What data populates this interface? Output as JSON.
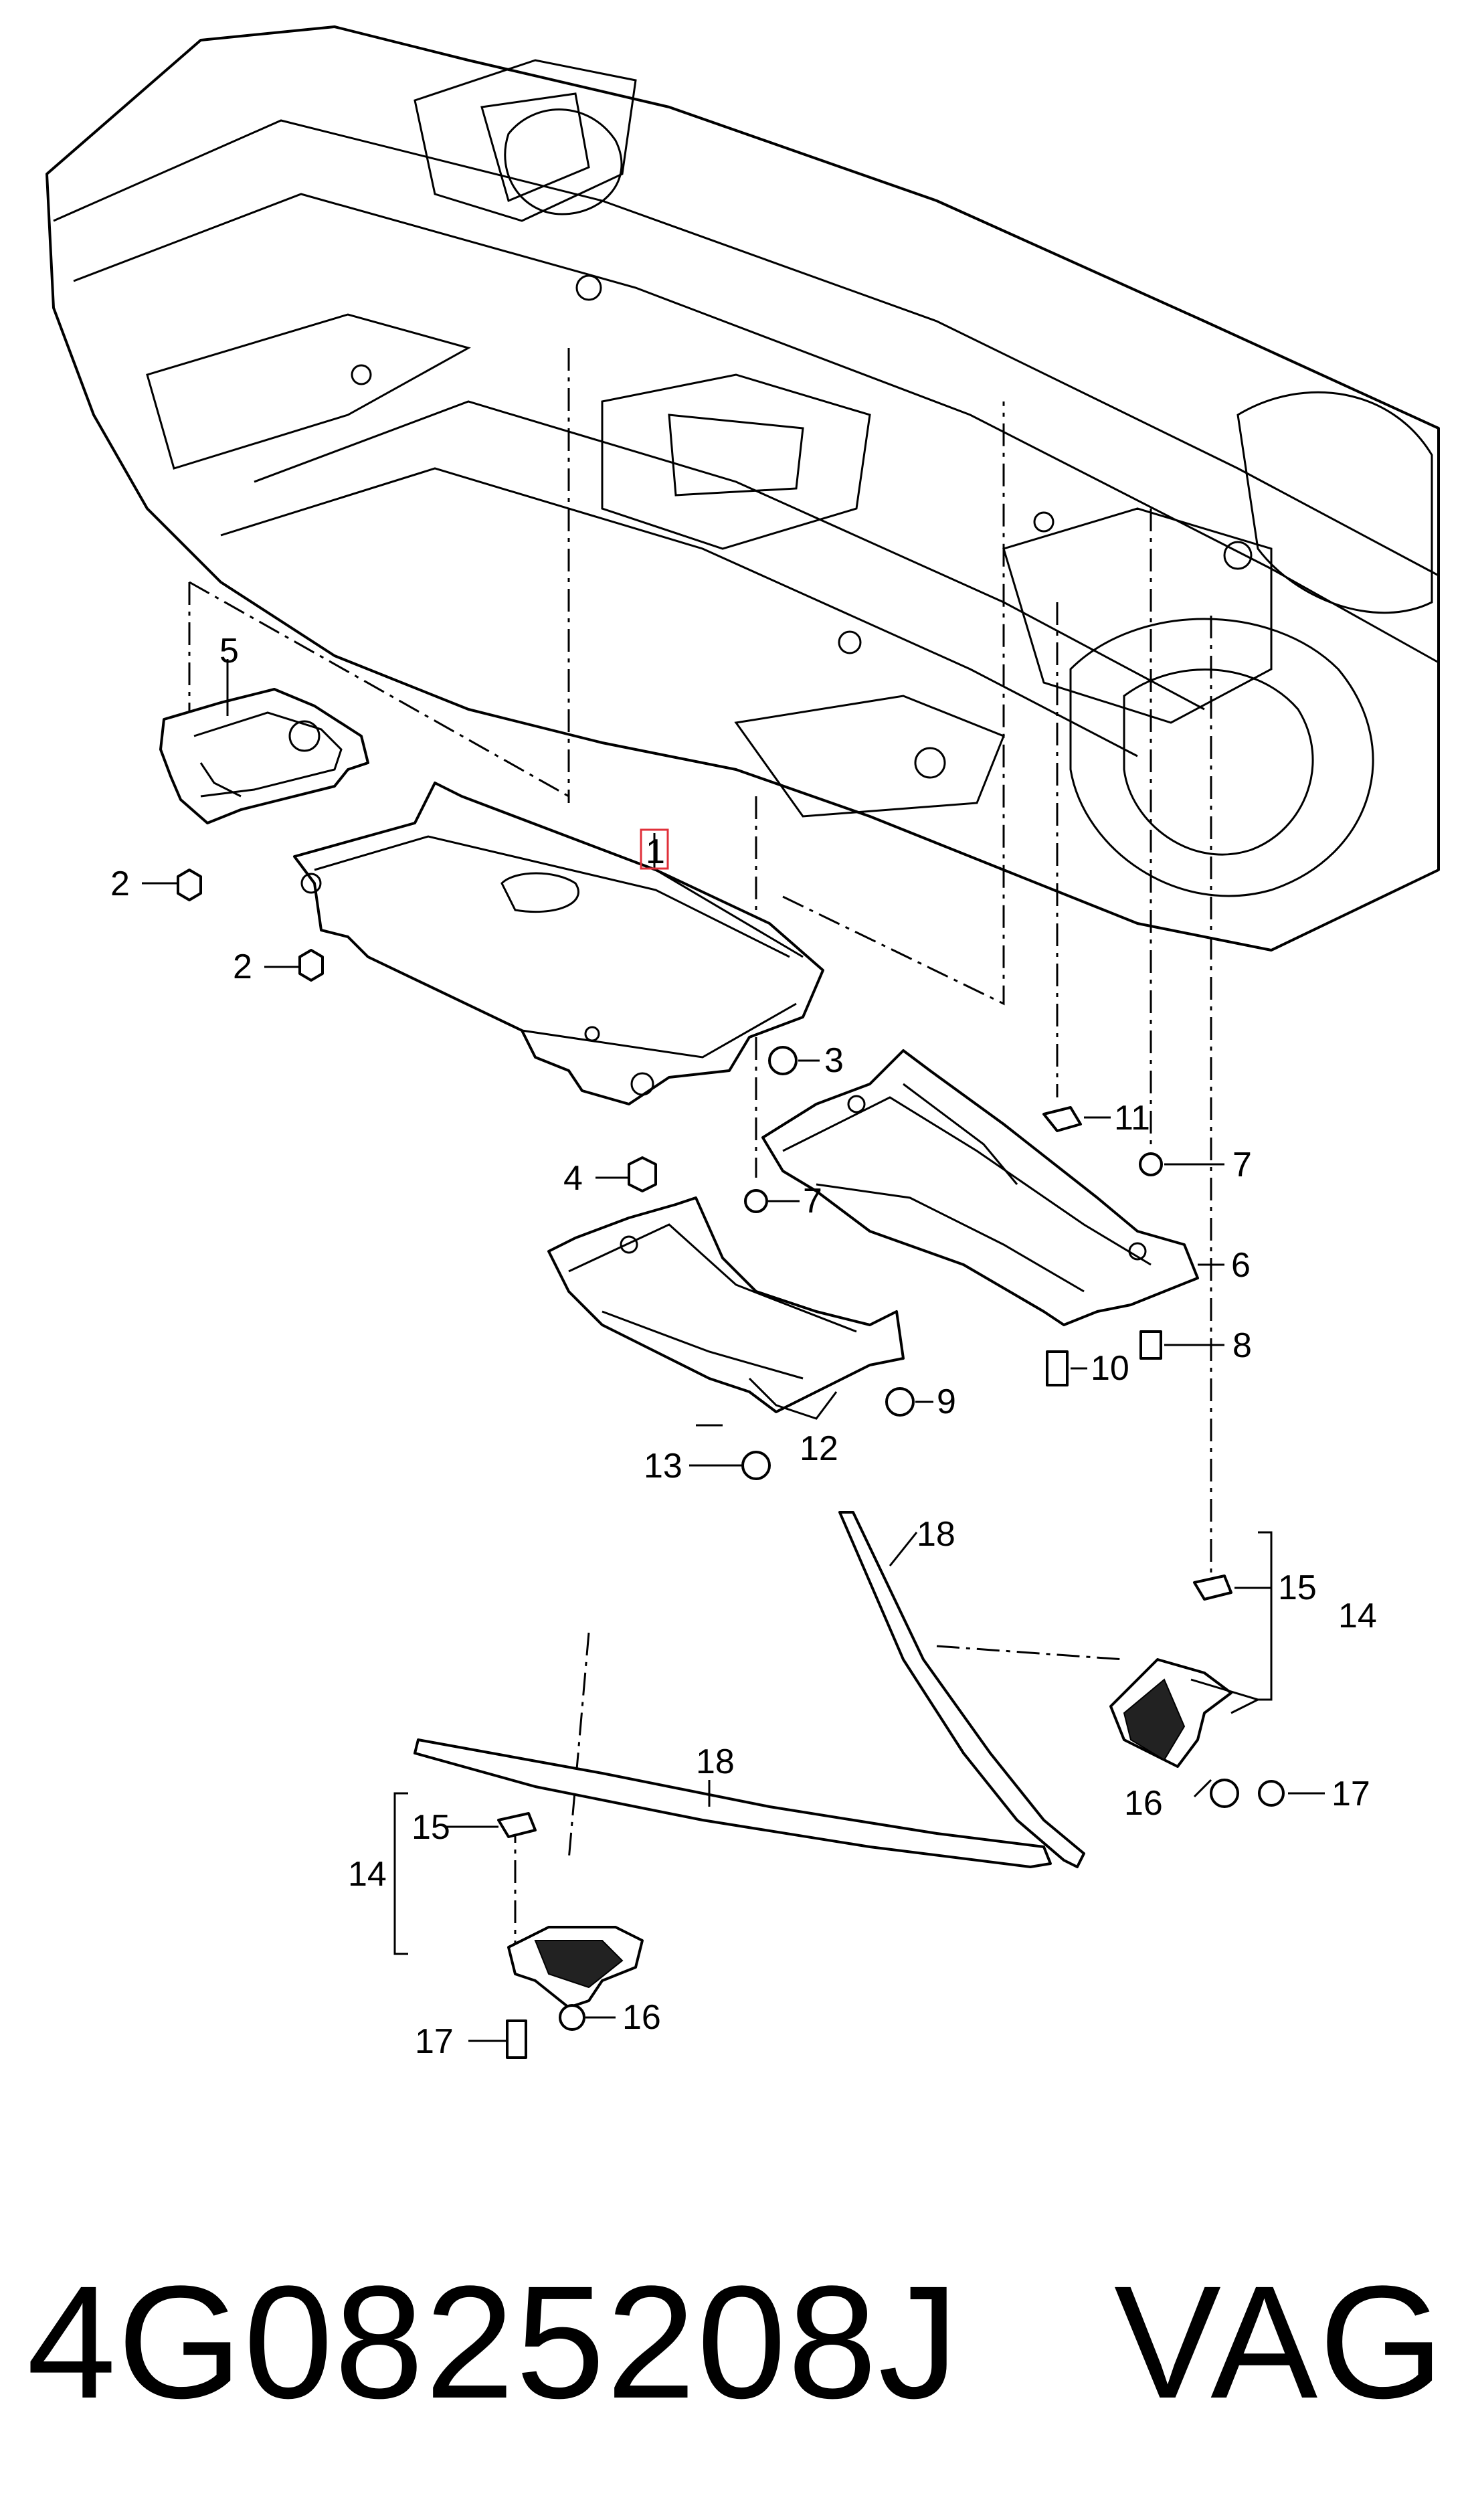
{
  "footer": {
    "part_number": "4G0825208J",
    "brand": "VAG"
  },
  "callouts": {
    "c1": "1",
    "c2a": "2",
    "c2b": "2",
    "c3": "3",
    "c4": "4",
    "c5": "5",
    "c6": "6",
    "c7a": "7",
    "c7b": "7",
    "c8": "8",
    "c9": "9",
    "c10": "10",
    "c11": "11",
    "c12": "12",
    "c13": "13",
    "c14a": "14",
    "c14b": "14",
    "c15a": "15",
    "c15b": "15",
    "c16a": "16",
    "c16b": "16",
    "c17a": "17",
    "c17b": "17",
    "c18a": "18",
    "c18b": "18"
  },
  "highlight_color": "#e0303a"
}
